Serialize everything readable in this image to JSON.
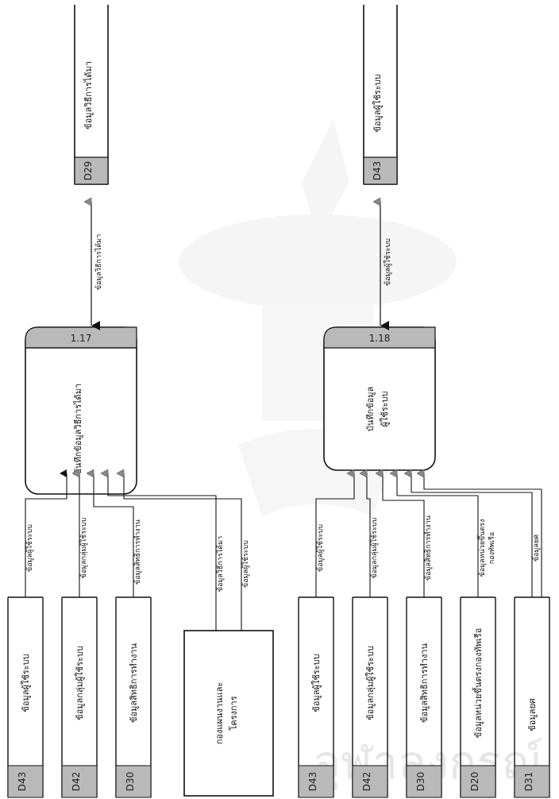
{
  "colors": {
    "id_fill": "#b9b9b9",
    "line": "#111111",
    "watermark": "#e3e3e3"
  },
  "processes": {
    "p117": {
      "id": "1.17",
      "name": "บันทึกข้อมูลวิธีการได้มา"
    },
    "p118": {
      "id": "1.18",
      "name_line1": "บันทึกข้อมูล",
      "name_line2": "ผู้ใช้ระบบ"
    }
  },
  "external_entity": {
    "line1": "กองแผนงานและ",
    "line2": "โครงการ"
  },
  "stores": {
    "top_d29": {
      "id": "D29",
      "name": "ข้อมูลวิธีการได้มา"
    },
    "top_d43": {
      "id": "D43",
      "name": "ข้อมูลผู้ใช้ระบบ"
    },
    "b1": {
      "id": "D43",
      "name": "ข้อมูลผู้ใช้ระบบ"
    },
    "b2": {
      "id": "D42",
      "name": "ข้อมูลกลุ่มผู้ใช้ระบบ"
    },
    "b3": {
      "id": "D30",
      "name": "ข้อมูลสิทธิการทำงาน"
    },
    "b4": {
      "id": "D43",
      "name": "ข้อมูลผู้ใช้ระบบ"
    },
    "b5": {
      "id": "D42",
      "name": "ข้อมูลกลุ่มผู้ใช้ระบบ"
    },
    "b6": {
      "id": "D30",
      "name": "ข้อมูลสิทธิการทำงาน"
    },
    "b7": {
      "id": "D20",
      "name": "ข้อมูลหน่วยขึ้นตรงกองทัพเรือ"
    },
    "b8": {
      "id": "D31",
      "name": "ข้อมูลยศ"
    }
  },
  "flows": {
    "f1": "ข้อมูลผู้ใช้ระบบ",
    "f2": "ข้อมูลกลุ่มผู้ใช้ระบบ",
    "f3": "ข้อมูลสิทธิการทำงาน",
    "f4": "ข้อมูลวิธีการได้มา",
    "f5": "ข้อมูลผู้ใช้ระบบ",
    "f6": "ข้อมูลผู้ใช้ระบบ",
    "f7": "ข้อมูลกลุ่มผู้ใช้ระบบ",
    "f8": "ข้อมูลสิทธิการทำงาน",
    "f9_line1": "ข้อมูลหน่วยขึ้นตรง",
    "f9_line2": "กองทัพเรือ",
    "f10": "ข้อมูลยศ",
    "out1": "ข้อมูลวิธีการได้มา",
    "out2": "ข้อมูลผู้ใช้ระบบ"
  }
}
